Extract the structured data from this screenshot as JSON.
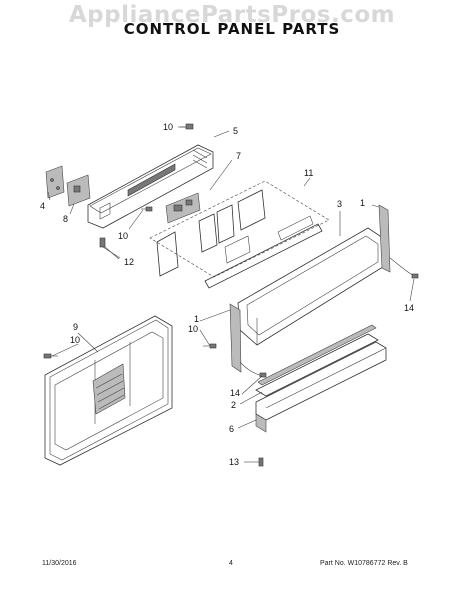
{
  "watermark": "AppliancePartsPros.com",
  "title": "CONTROL PANEL PARTS",
  "callouts": [
    {
      "id": "c10a",
      "text": "10"
    },
    {
      "id": "c5",
      "text": "5"
    },
    {
      "id": "c7",
      "text": "7"
    },
    {
      "id": "c11",
      "text": "11"
    },
    {
      "id": "c3",
      "text": "3"
    },
    {
      "id": "c1a",
      "text": "1"
    },
    {
      "id": "c4",
      "text": "4"
    },
    {
      "id": "c8",
      "text": "8"
    },
    {
      "id": "c10b",
      "text": "10"
    },
    {
      "id": "c12",
      "text": "12"
    },
    {
      "id": "c14a",
      "text": "14"
    },
    {
      "id": "c9",
      "text": "9"
    },
    {
      "id": "c10c",
      "text": "10"
    },
    {
      "id": "c1b",
      "text": "1"
    },
    {
      "id": "c10d",
      "text": "10"
    },
    {
      "id": "c14b",
      "text": "14"
    },
    {
      "id": "c2",
      "text": "2"
    },
    {
      "id": "c6",
      "text": "6"
    },
    {
      "id": "c13",
      "text": "13"
    }
  ],
  "footer": {
    "date": "11/30/2016",
    "page": "4",
    "part_no": "Part No. W10786772  Rev. B"
  }
}
